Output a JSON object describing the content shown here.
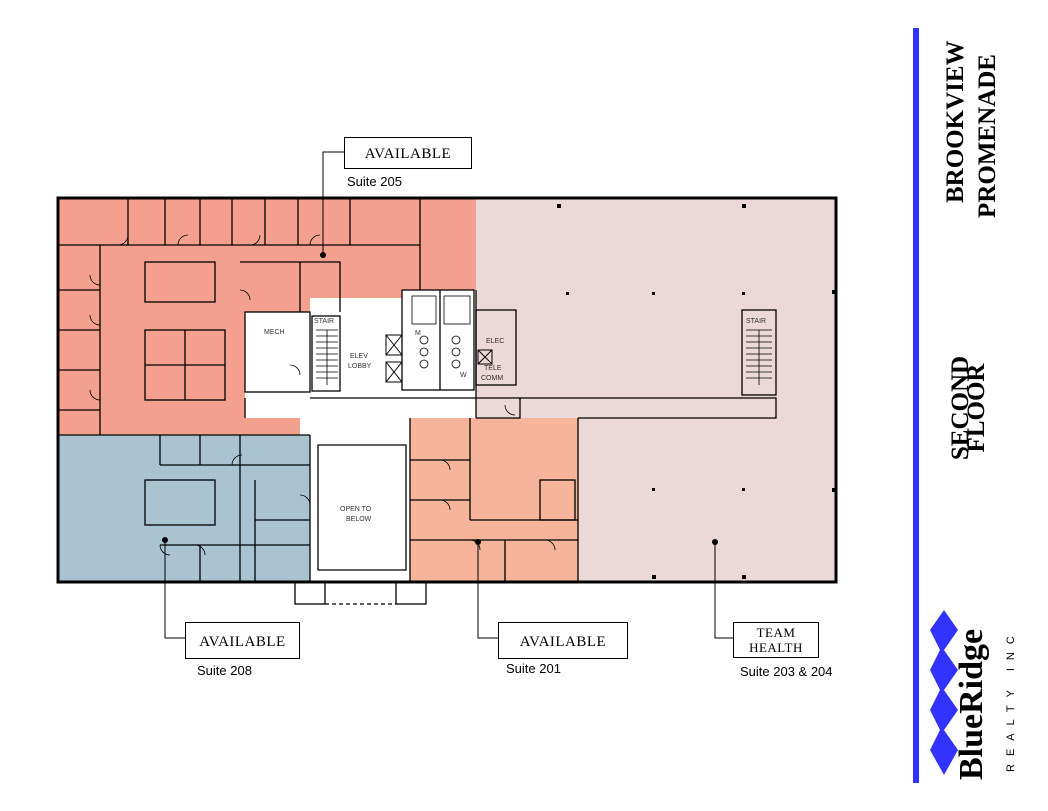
{
  "header": {
    "building": [
      "BROOKVIEW",
      "PROMENADE"
    ],
    "floor": [
      "SECOND",
      "FLOOR"
    ]
  },
  "callouts": {
    "suite205": {
      "status": "AVAILABLE",
      "suite": "Suite 205"
    },
    "suite208": {
      "status": "AVAILABLE",
      "suite": "Suite 208"
    },
    "suite201": {
      "status": "AVAILABLE",
      "suite": "Suite 201"
    },
    "suite203": {
      "status": [
        "TEAM",
        "HEALTH"
      ],
      "suite": "Suite 203 & 204"
    }
  },
  "rooms": {
    "mech": "MECH",
    "stair_left": "STAIR",
    "stair_right": "STAIR",
    "elev_lobby": [
      "ELEV",
      "LOBBY"
    ],
    "elec": "ELEC",
    "tele_comm": [
      "TELE",
      "COMM"
    ],
    "restroom_m": "M",
    "restroom_w": "W",
    "open_to_below": [
      "OPEN TO",
      "BELOW"
    ]
  },
  "logo": {
    "brand": "BlueRidge",
    "tagline": "REALTY INC"
  },
  "colors": {
    "suite205": "#f4a08e",
    "suite208": "#a9c4d0",
    "suite201": "#f6b49b",
    "suite203": "#ead9d6",
    "accent_bar": "#3333ff",
    "walls": "#000000"
  }
}
